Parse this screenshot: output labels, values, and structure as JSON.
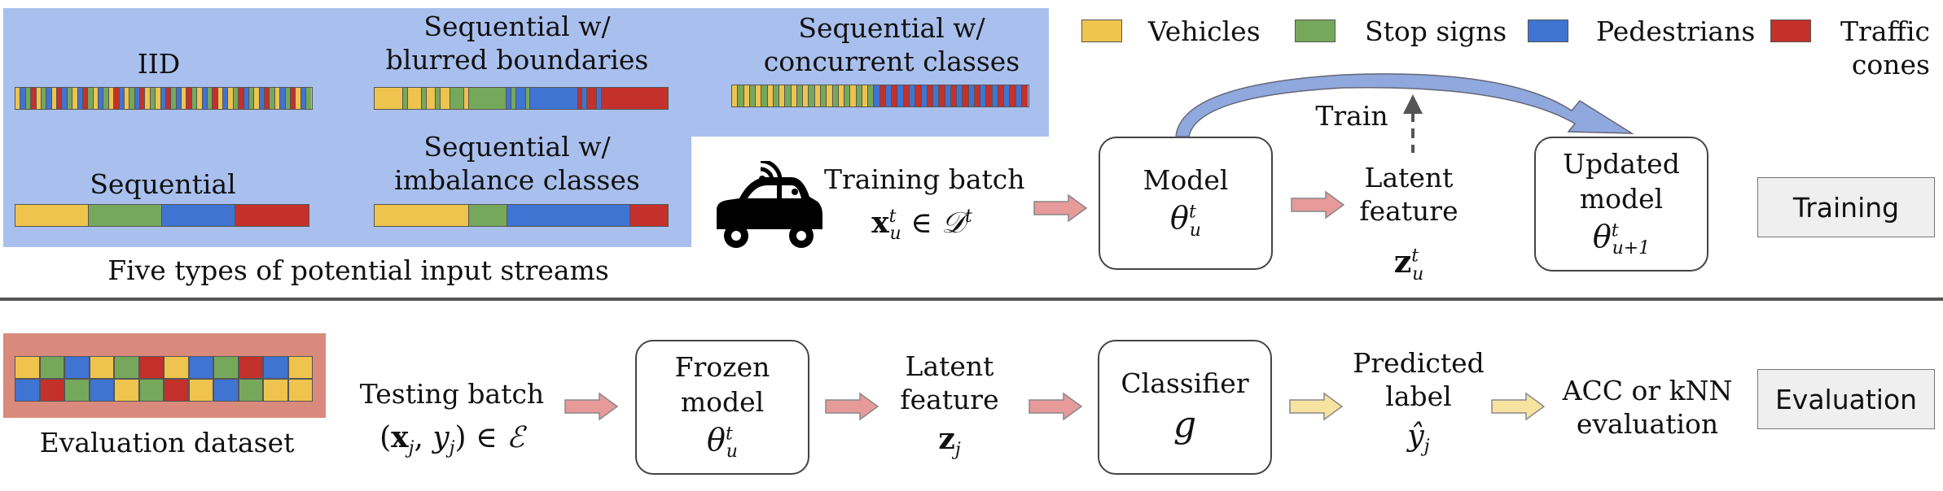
{
  "colors": {
    "vehicles": "#eec44e",
    "stop_signs": "#76a85c",
    "pedestrians": "#3f74d2",
    "traffic_cones": "#c4302b",
    "panel_blue": "#a9c0ee",
    "eval_bg": "#d98a7c",
    "arrow_red": "#e79a9a",
    "arrow_yellow": "#f7e3a0",
    "arrow_blue": "#8fa8dd"
  },
  "legend": {
    "vehicles": "Vehicles",
    "stop_signs": "Stop signs",
    "pedestrians": "Pedestrians",
    "traffic_cones_1": "Traffic",
    "traffic_cones_2": "cones"
  },
  "streams": {
    "iid": "IID",
    "blurred_1": "Sequential w/",
    "blurred_2": "blurred boundaries",
    "concurrent_1": "Sequential w/",
    "concurrent_2": "concurrent classes",
    "sequential": "Sequential",
    "imbalance_1": "Sequential w/",
    "imbalance_2": "imbalance classes",
    "caption": "Five types of potential input streams"
  },
  "training": {
    "batch_label": "Training batch",
    "batch_math": "x_u^t ∈ D^t",
    "model_label": "Model",
    "model_math": "θ_u^t",
    "train_label": "Train",
    "latent_1": "Latent",
    "latent_2": "feature",
    "latent_math": "z_u^t",
    "updated_1": "Updated",
    "updated_2": "model",
    "updated_math": "θ_{u+1}^t",
    "tag": "Training"
  },
  "evaluation": {
    "dataset_label": "Evaluation dataset",
    "batch_label": "Testing batch",
    "batch_math": "(x_j, y_j) ∈ E",
    "frozen_1": "Frozen",
    "frozen_2": "model",
    "frozen_math": "θ_u^t",
    "latent_1": "Latent",
    "latent_2": "feature",
    "latent_math": "z_j",
    "classifier_label": "Classifier",
    "classifier_math": "g",
    "predicted_1": "Predicted",
    "predicted_2": "label",
    "predicted_math": "ŷ_j",
    "result_1": "ACC or kNN",
    "result_2": "evaluation",
    "tag": "Evaluation"
  }
}
